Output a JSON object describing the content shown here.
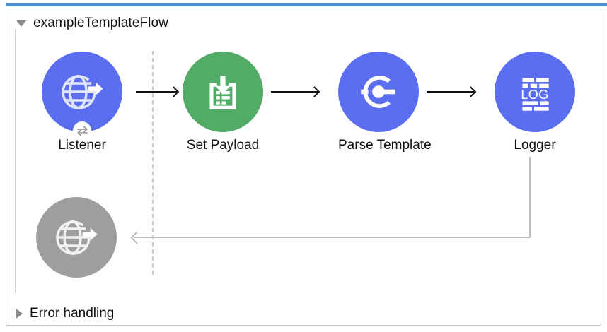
{
  "window": {
    "accent_color": "#4a8fd6",
    "canvas_background": "#ffffff",
    "border_color": "#c8c8c8"
  },
  "flow": {
    "title": "exampleTemplateFlow",
    "expanded": true,
    "toggle_icon": "triangle-down-icon"
  },
  "error_section": {
    "title": "Error handling",
    "expanded": false,
    "toggle_icon": "triangle-right-icon"
  },
  "colors": {
    "node_blue": "#5c6ef0",
    "node_green": "#52ab67",
    "node_grey": "#9e9e9e",
    "arrow_black": "#111111",
    "arrow_grey": "#bdbdbd",
    "dashed_grey": "#c9c9c9"
  },
  "nodes": [
    {
      "id": "listener",
      "label": "Listener",
      "icon": "globe-arrow-icon",
      "color": "#5c6ef0",
      "badge": "exchange-arrows-icon",
      "disabled": false
    },
    {
      "id": "set-payload",
      "label": "Set Payload",
      "icon": "document-down-arrow-icon",
      "color": "#52ab67",
      "badge": null,
      "disabled": false
    },
    {
      "id": "parse-template",
      "label": "Parse Template",
      "icon": "transform-c-icon",
      "color": "#5c6ef0",
      "badge": null,
      "disabled": false
    },
    {
      "id": "logger",
      "label": "Logger",
      "icon": "log-lines-icon",
      "color": "#5c6ef0",
      "badge": null,
      "disabled": false
    },
    {
      "id": "listener-response",
      "label": "",
      "icon": "globe-arrow-icon",
      "color": "#9e9e9e",
      "badge": null,
      "disabled": true
    }
  ],
  "connectors": [
    {
      "from": "listener",
      "to": "set-payload",
      "style": "solid-black",
      "direction": "right"
    },
    {
      "from": "set-payload",
      "to": "parse-template",
      "style": "solid-black",
      "direction": "right"
    },
    {
      "from": "parse-template",
      "to": "logger",
      "style": "solid-black",
      "direction": "right"
    },
    {
      "from": "logger",
      "to": "listener-response",
      "style": "solid-grey",
      "direction": "left"
    }
  ],
  "logger_icon_text": "LOG"
}
